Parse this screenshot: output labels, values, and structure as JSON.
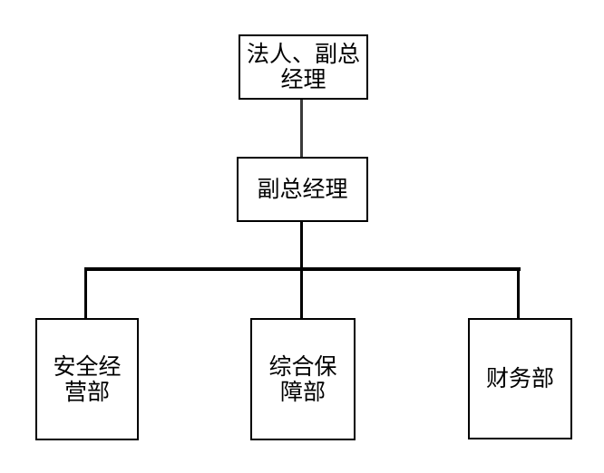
{
  "org_chart": {
    "nodes": {
      "root": {
        "label": "法人、副总\n经理",
        "level": 1
      },
      "manager": {
        "label": "副总经理",
        "level": 2
      },
      "dept1": {
        "label": "安全经\n营部",
        "level": 3
      },
      "dept2": {
        "label": "综合保\n障部",
        "level": 3
      },
      "dept3": {
        "label": "财务部",
        "level": 3
      }
    },
    "edges": [
      {
        "from": "root",
        "to": "manager"
      },
      {
        "from": "manager",
        "to": "dept1"
      },
      {
        "from": "manager",
        "to": "dept2"
      },
      {
        "from": "manager",
        "to": "dept3"
      }
    ],
    "colors": {
      "background": "#ffffff",
      "box_fill": "#ffffff",
      "box_border": "#000000",
      "text": "#000000",
      "connector": "#000000",
      "connector_upper": "#3a3a3a"
    }
  }
}
